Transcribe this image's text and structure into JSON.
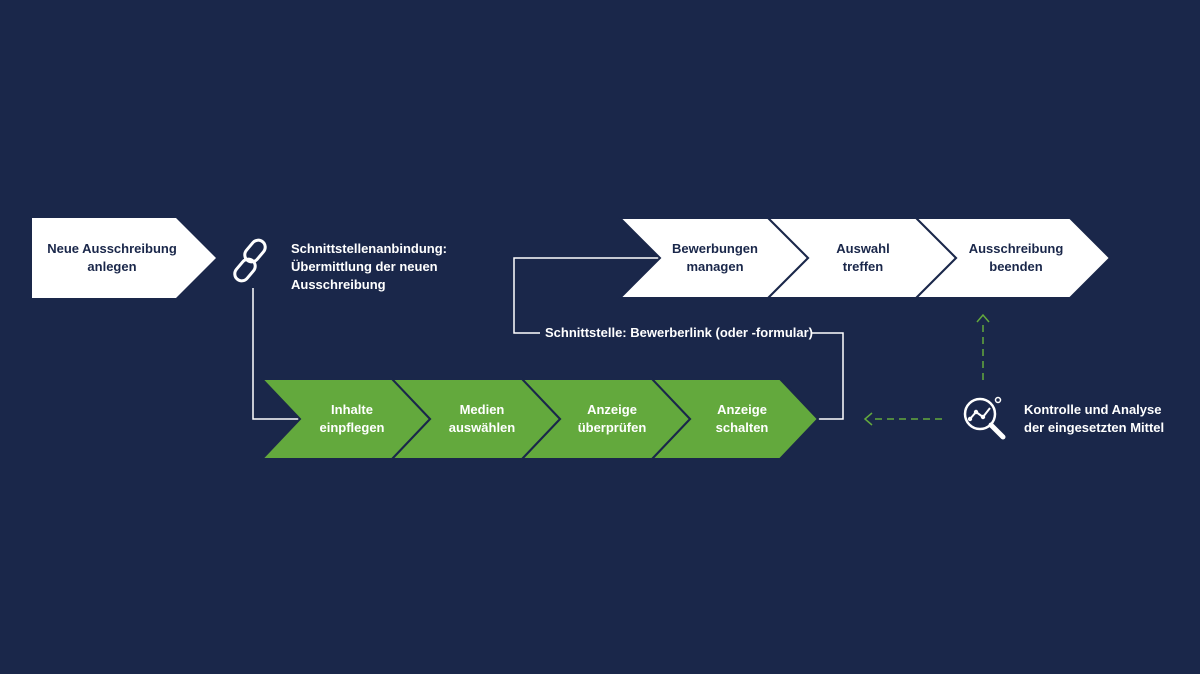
{
  "colors": {
    "background": "#1a274a",
    "white_step": "#ffffff",
    "green_step": "#63a93d",
    "connector_line": "#ffffff",
    "dashed_arrow": "#63a93d"
  },
  "steps": {
    "create": "Neue Ausschreibung\nanlegen",
    "manage": "Bewerbungen\nmanagen",
    "select": "Auswahl\ntreffen",
    "finish": "Ausschreibung\nbeenden",
    "content": "Inhalte\neinpflegen",
    "media": "Medien\nauswählen",
    "review": "Anzeige\nüberprüfen",
    "publish": "Anzeige\nschalten"
  },
  "notes": {
    "interface": "Schnittstellenanbindung:\nÜbermittlung der neuen\nAusschreibung",
    "applicant_link": "Schnittstelle: Bewerberlink (oder -formular)",
    "analysis": "Kontrolle und Analyse\nder eingesetzten Mittel"
  },
  "icons": {
    "interface": "chain-link-icon",
    "analysis": "magnifier-analytics-icon"
  }
}
